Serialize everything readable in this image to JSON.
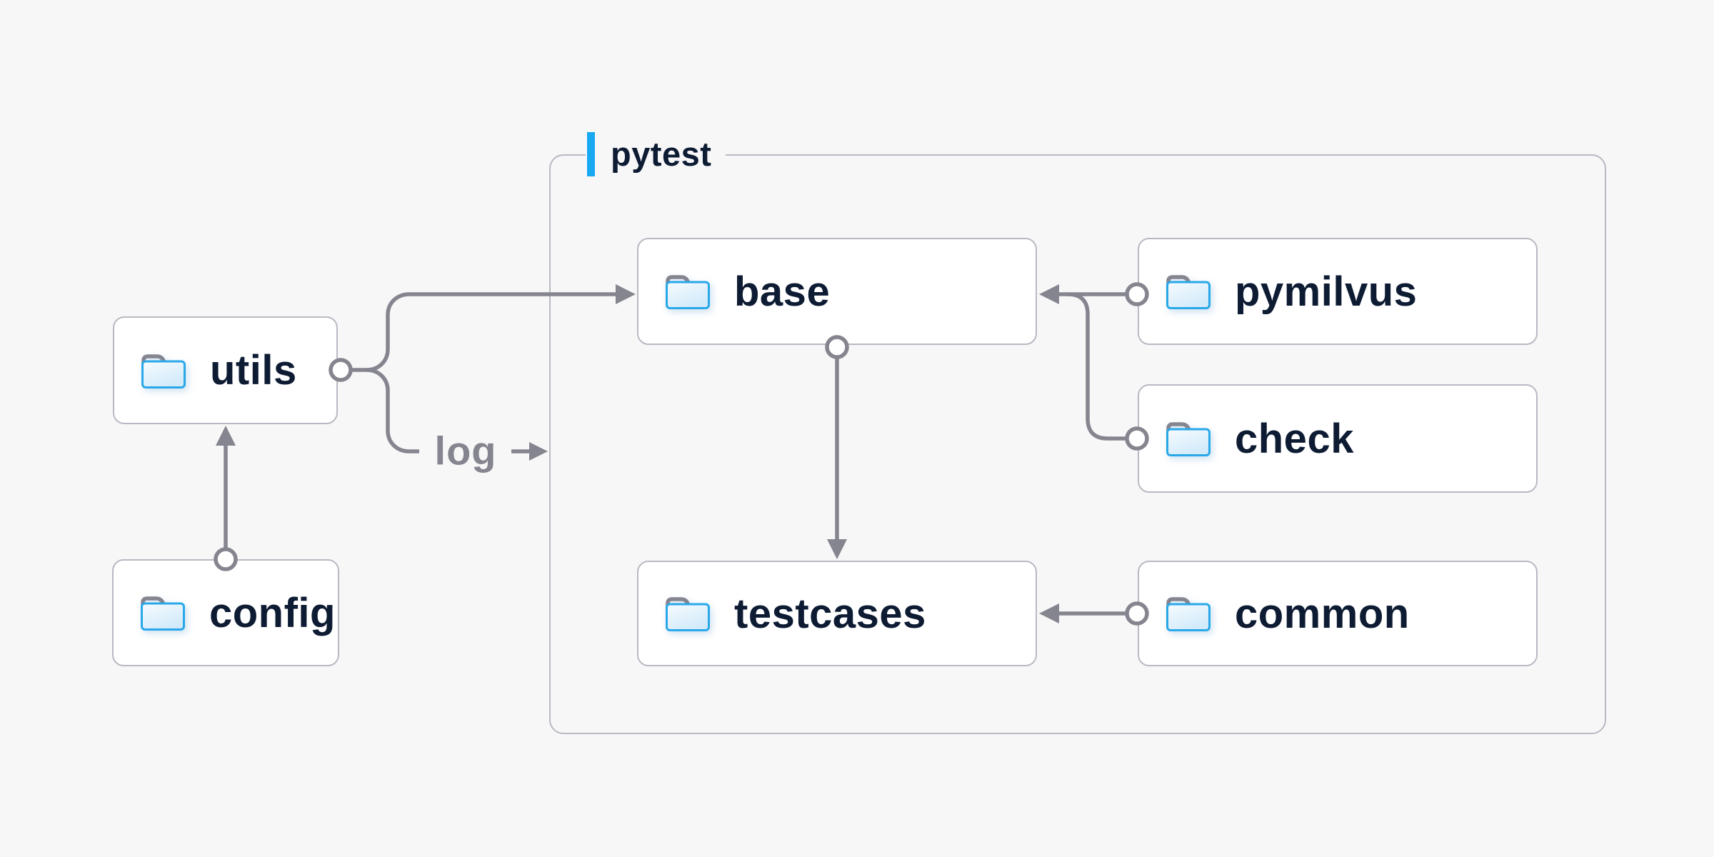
{
  "diagram": {
    "container_label": "pytest",
    "edge_label": "log",
    "nodes": {
      "utils": {
        "label": "utils",
        "icon": "folder-icon"
      },
      "config": {
        "label": "config",
        "icon": "folder-icon"
      },
      "base": {
        "label": "base",
        "icon": "folder-icon"
      },
      "pymilvus": {
        "label": "pymilvus",
        "icon": "folder-icon"
      },
      "check": {
        "label": "check",
        "icon": "folder-icon"
      },
      "testcases": {
        "label": "testcases",
        "icon": "folder-icon"
      },
      "common": {
        "label": "common",
        "icon": "folder-icon"
      }
    },
    "edges": [
      {
        "from": "config",
        "to": "utils",
        "style": "arrow"
      },
      {
        "from": "utils",
        "to": "base",
        "style": "arrow"
      },
      {
        "from": "utils",
        "to": "log",
        "style": "arrow",
        "label": "log"
      },
      {
        "from": "base",
        "to": "testcases",
        "style": "arrow"
      },
      {
        "from": "pymilvus",
        "to": "base",
        "style": "arrow"
      },
      {
        "from": "check",
        "to": "base",
        "style": "arrow"
      },
      {
        "from": "common",
        "to": "testcases",
        "style": "arrow"
      }
    ],
    "colors": {
      "background": "#f7f7f8",
      "accent_blue": "#18a8f2",
      "folder_stroke_blue": "#29a8e9",
      "folder_tab_blue": "#54bcf1",
      "line_gray": "#85858f",
      "border_gray": "#b9b9c3",
      "text_navy": "#0d1b33"
    }
  }
}
